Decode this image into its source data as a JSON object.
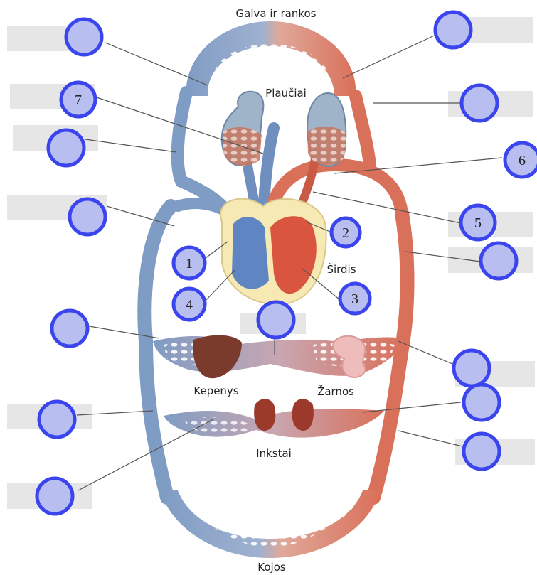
{
  "regions": {
    "head": "Galva ir rankos",
    "lungs": "Plaučiai",
    "heart": "Širdis",
    "liver": "Kepenys",
    "intestines": "Žarnos",
    "kidneys": "Inkstai",
    "legs": "Kojos"
  },
  "markers": {
    "m1": "1",
    "m2": "2",
    "m3": "3",
    "m4": "4",
    "m5": "5",
    "m6": "6",
    "m7": "7"
  },
  "colors": {
    "vein_blue": "#7f9cc4",
    "vein_dark": "#3c5a86",
    "artery_red": "#d9705a",
    "artery_dark": "#a8402f",
    "heart_yellow": "#f6e9b3",
    "liver_brown": "#7a3b2c",
    "intestine_pink": "#efbcbc",
    "hotspot_fill": "#b8bff0",
    "hotspot_ring": "#3a45ee",
    "label_box": "#e6e6e6"
  }
}
